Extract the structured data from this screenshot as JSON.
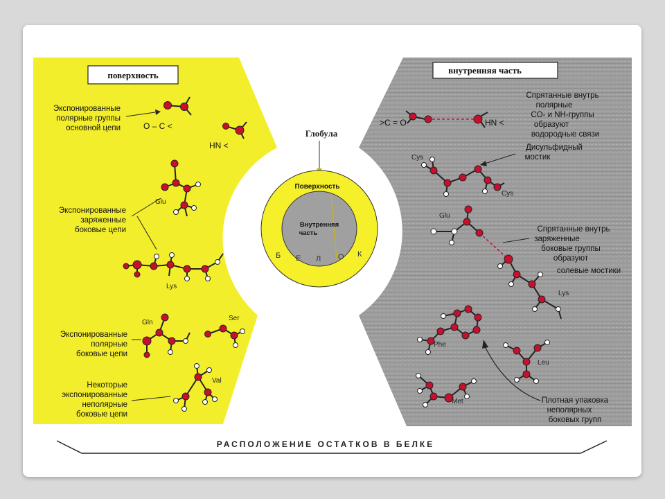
{
  "colors": {
    "page_bg": "#d9d9d9",
    "yellow": "#f3ee2c",
    "gray_texture": "#9d9d9d",
    "atom_red": "#c8102e",
    "atom_white": "#ffffff",
    "globule_yellow": "#f6f02a",
    "core_gray": "#a0a0a0"
  },
  "left_panel": {
    "title": "поверхность",
    "labels": {
      "exposed_polar_backbone": [
        "Экспонированные",
        "полярные группы",
        "основной цепи"
      ],
      "exposed_charged_side": [
        "Экспонированные",
        "заряженные",
        "боковые цепи"
      ],
      "exposed_polar_side": [
        "Экспонированные",
        "полярные",
        "боковые цепи"
      ],
      "exposed_nonpolar_side": [
        "Некоторые",
        "экспонированные",
        "неполярные",
        "боковые цепи"
      ]
    },
    "molecule_labels": {
      "oc": "O – C <",
      "hn": "HN <",
      "glu": "Glu",
      "lys": "Lys",
      "gln": "Gln",
      "ser": "Ser",
      "val": "Val"
    }
  },
  "right_panel": {
    "title": "внутренняя часть",
    "labels": {
      "hidden_polar": [
        "Спрятанные внутрь",
        "полярные",
        "CO- и  NH-группы",
        "образуют",
        "водородные связи"
      ],
      "disulfide": [
        "Дисульфидный",
        "мостик"
      ],
      "hidden_charged": [
        "Спрятанные внутрь",
        "заряженные",
        "боковые группы",
        "образуют",
        "солевые мостики"
      ],
      "packing": [
        "Плотная упаковка",
        "неполярных",
        "боковых групп"
      ]
    },
    "molecule_labels": {
      "co": ">C = O",
      "hn": "HN <",
      "cys1": "Cys",
      "cys2": "Cys",
      "glu": "Glu",
      "lys": "Lys",
      "phe": "Phe",
      "leu": "Leu",
      "met": "Met"
    }
  },
  "center": {
    "globule_label": "Глобула",
    "surface_label": "Поверхность",
    "interior_label": [
      "Внутренняя",
      "часть"
    ],
    "protein_letters": [
      "Б",
      "Е",
      "Л",
      "О",
      "К"
    ]
  },
  "footer": {
    "caption": "РАСПОЛОЖЕНИЕ ОСТАТКОВ В БЕЛКЕ"
  }
}
